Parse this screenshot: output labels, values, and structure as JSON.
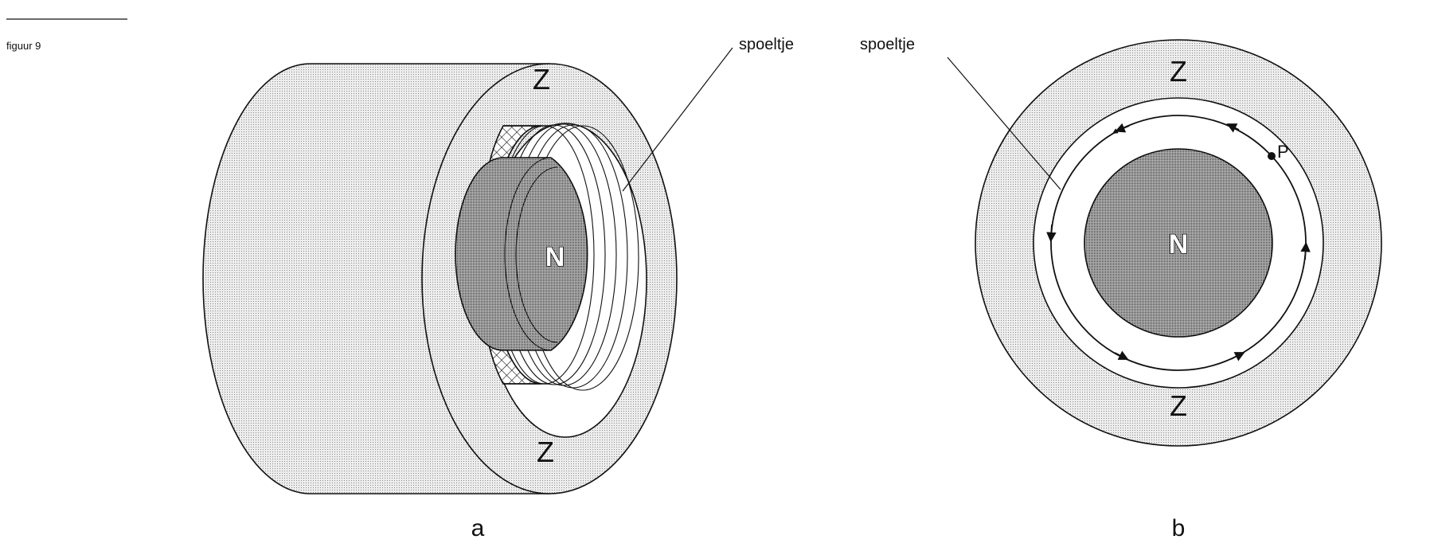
{
  "figure_label": "figuur 9",
  "panel_a": {
    "label": "a",
    "pole_south_top": "Z",
    "pole_south_bottom": "Z",
    "pole_north": "N",
    "coil_label": "spoeltje"
  },
  "panel_b": {
    "label": "b",
    "pole_south_top": "Z",
    "pole_south_bottom": "Z",
    "pole_north": "N",
    "coil_label": "spoeltje",
    "point_label": "P"
  }
}
